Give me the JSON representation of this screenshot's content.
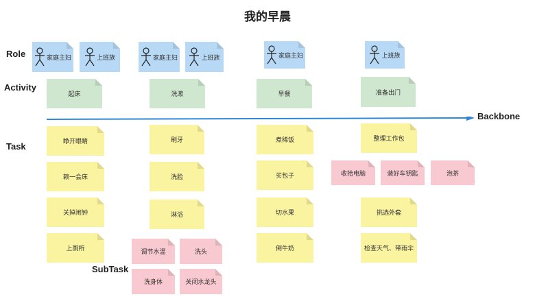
{
  "title": "我的早晨",
  "labels": {
    "role": "Role",
    "activity": "Activity",
    "task": "Task",
    "subtask": "SubTask",
    "backbone": "Backbone"
  },
  "roles": [
    "家庭主妇",
    "上班族",
    "家庭主妇",
    "上班族",
    "家庭主妇",
    "上班族"
  ],
  "activities": [
    "起床",
    "洗漱",
    "早餐",
    "准备出门"
  ],
  "tasks": {
    "col1": [
      "睁开眼睛",
      "赖一会床",
      "关掉闹钟",
      "上厕所"
    ],
    "col2": [
      "刷牙",
      "洗脸",
      "淋浴"
    ],
    "col3": [
      "煮稀饭",
      "买包子",
      "切水果",
      "倒牛奶"
    ],
    "col4": [
      "整理工作包",
      "挑选外套",
      "检查天气、带雨伞"
    ]
  },
  "subtasks": {
    "col2": [
      "调节水温",
      "洗头",
      "洗身体",
      "关闭水龙头"
    ],
    "col4": [
      "收拾电脑",
      "装好车钥匙",
      "泡茶"
    ]
  },
  "colors": {
    "role": "#b7d9f5",
    "activity": "#cfe6cf",
    "task": "#faf3a0",
    "subtask": "#f8c9d0",
    "backbone": "#2e86d6"
  }
}
